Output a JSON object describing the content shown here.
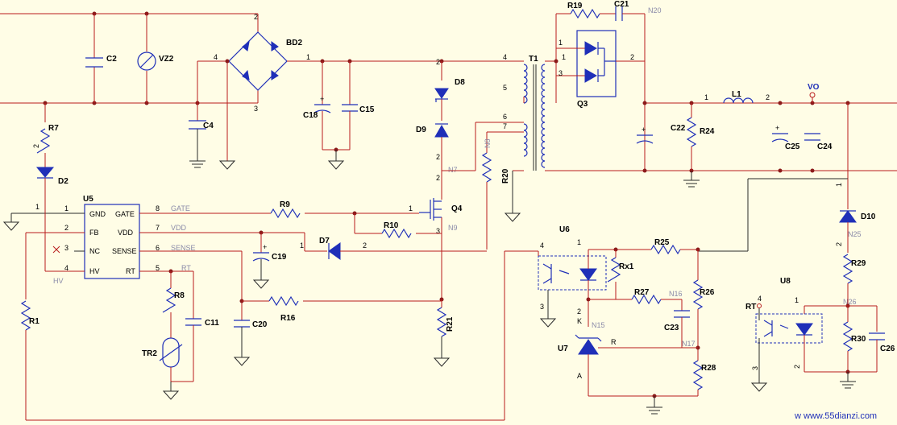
{
  "diagram": {
    "colors": {
      "background": "#fffde6",
      "wire": "#b81c1c",
      "component": "#1f2fb8",
      "ground": "#2a2a2a",
      "net_label": "#8a8aa8",
      "junction": "#8b1a1a"
    },
    "refs": {
      "c2": "C2",
      "vz2": "VZ2",
      "bd2": "BD2",
      "c4": "C4",
      "c18": "C18",
      "c15": "C15",
      "d8": "D8",
      "d9": "D9",
      "t1": "T1",
      "r19": "R19",
      "c21": "C21",
      "q3": "Q3",
      "c22": "C22",
      "r24": "R24",
      "l1": "L1",
      "c25": "C25",
      "c24": "C24",
      "vo": "VO",
      "r7": "R7",
      "d2": "D2",
      "u5": "U5",
      "r9": "R9",
      "q4": "Q4",
      "r10": "R10",
      "d7": "D7",
      "c19": "C19",
      "r1": "R1",
      "r8": "R8",
      "c11": "C11",
      "tr2": "TR2",
      "c20": "C20",
      "r16": "R16",
      "r21": "R21",
      "u6": "U6",
      "r25": "R25",
      "rx1": "Rx1",
      "r27": "R27",
      "r26": "R26",
      "c23": "C23",
      "u7": "U7",
      "r28": "R28",
      "d10": "D10",
      "r29": "R29",
      "u8": "U8",
      "rt": "RT",
      "r30": "R30",
      "c26": "C26",
      "r20": "R20"
    },
    "u5_pins": {
      "gnd": "GND",
      "gate": "GATE",
      "fb": "FB",
      "vdd": "VDD",
      "nc": "NC",
      "sense": "SENSE",
      "hv": "HV",
      "rt": "RT"
    },
    "net_labels": {
      "gate": "GATE",
      "vdd": "VDD",
      "sense": "SENSE",
      "rt": "RT",
      "hv": "HV",
      "n20": "N20",
      "n8": "N8",
      "n7": "N7",
      "n9": "N9",
      "n16": "N16",
      "n15": "N15",
      "n17": "N17",
      "n25": "N25",
      "n26": "N26"
    },
    "pin_numbers": {
      "one": "1",
      "two": "2",
      "three": "3",
      "four": "4",
      "five": "5",
      "six": "6",
      "seven": "7",
      "eight": "8"
    },
    "u7_pins": {
      "k": "K",
      "a": "A",
      "r": "R"
    },
    "watermark": "w  www.55dianzi.com"
  }
}
